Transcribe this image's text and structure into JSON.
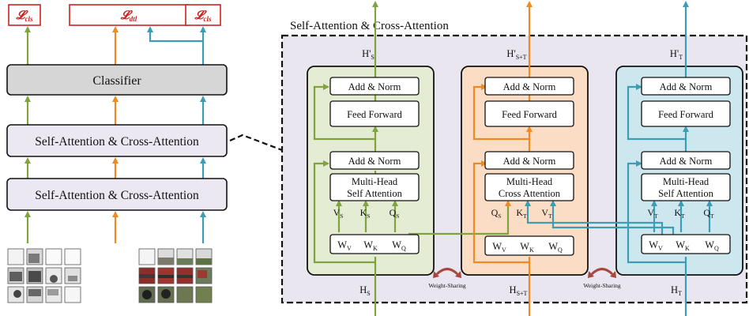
{
  "loss_boxes": [
    {
      "symbol": "𝓛",
      "sub": "cls"
    },
    {
      "symbol": "𝓛",
      "sub": "dtl"
    },
    {
      "symbol": "𝓛",
      "sub": "cls"
    }
  ],
  "left": {
    "classifier": "Classifier",
    "attn_upper": "Self-Attention & Cross-Attention",
    "attn_lower": "Self-Attention & Cross-Attention"
  },
  "detail": {
    "title": "Self-Attention & Cross-Attention",
    "columns": [
      {
        "out_base": "H'",
        "out_sub": "S",
        "in_base": "H",
        "in_sub": "S",
        "add_norm_top": "Add & Norm",
        "feed_forward": "Feed Forward",
        "add_norm_mid": "Add & Norm",
        "mha_line1": "Multi-Head",
        "mha_line2": "Self Attention",
        "vars": [
          {
            "b": "V",
            "s": "S"
          },
          {
            "b": "K",
            "s": "S"
          },
          {
            "b": "Q",
            "s": "S"
          }
        ],
        "weights": [
          {
            "b": "W",
            "s": "V"
          },
          {
            "b": "W",
            "s": "K"
          },
          {
            "b": "W",
            "s": "Q"
          }
        ]
      },
      {
        "out_base": "H'",
        "out_sub": "S+T",
        "in_base": "H",
        "in_sub": "S+T",
        "add_norm_top": "Add & Norm",
        "feed_forward": "Feed Forward",
        "add_norm_mid": "Add & Norm",
        "mha_line1": "Multi-Head",
        "mha_line2": "Cross Attention",
        "vars": [
          {
            "b": "Q",
            "s": "S"
          },
          {
            "b": "K",
            "s": "T"
          },
          {
            "b": "V",
            "s": "T"
          }
        ],
        "weights": [
          {
            "b": "W",
            "s": "V"
          },
          {
            "b": "W",
            "s": "K"
          },
          {
            "b": "W",
            "s": "Q"
          }
        ]
      },
      {
        "out_base": "H'",
        "out_sub": "T",
        "in_base": "H",
        "in_sub": "T",
        "add_norm_top": "Add & Norm",
        "feed_forward": "Feed Forward",
        "add_norm_mid": "Add & Norm",
        "mha_line1": "Multi-Head",
        "mha_line2": "Self Attention",
        "vars": [
          {
            "b": "V",
            "s": "T"
          },
          {
            "b": "K",
            "s": "T"
          },
          {
            "b": "Q",
            "s": "T"
          }
        ],
        "weights": [
          {
            "b": "W",
            "s": "V"
          },
          {
            "b": "W",
            "s": "K"
          },
          {
            "b": "W",
            "s": "Q"
          }
        ]
      }
    ],
    "weight_sharing": [
      "Weight-Sharing",
      "Weight-Sharing"
    ]
  },
  "colors": {
    "green": "#7fa33f",
    "orange": "#ee8a22",
    "blue": "#3d9db5",
    "red": "#cc2222",
    "green_fill": "#e4ecd3",
    "orange_fill": "#fbdcc4",
    "blue_fill": "#cde7ef",
    "panel_fill": "#e9e6ef",
    "left_box_fill": "#ece8f2",
    "classifier_fill": "#d6d6d6",
    "share_arrow": "#a5473f"
  }
}
